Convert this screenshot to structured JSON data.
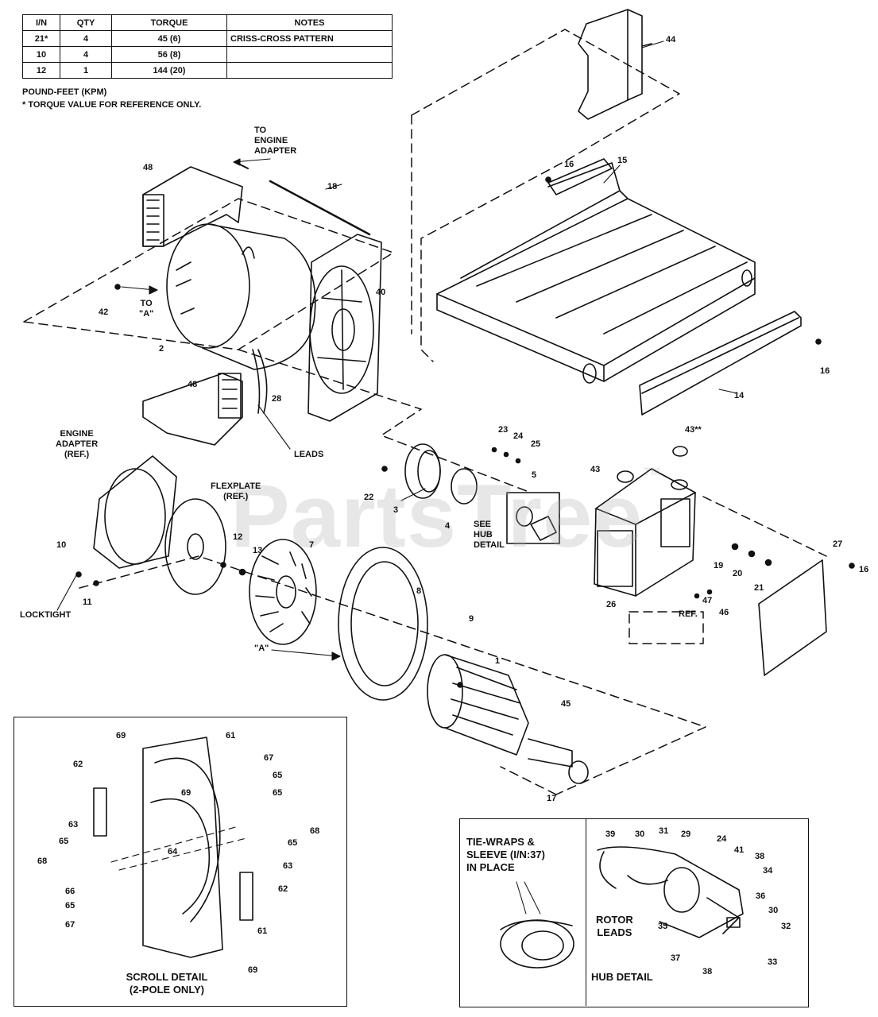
{
  "torque_table": {
    "headers": [
      "I/N",
      "QTY",
      "TORQUE",
      "NOTES"
    ],
    "rows": [
      [
        "21*",
        "4",
        "45 (6)",
        "CRISS-CROSS PATTERN"
      ],
      [
        "10",
        "4",
        "56 (8)",
        ""
      ],
      [
        "12",
        "1",
        "144 (20)",
        ""
      ]
    ],
    "unit_note": "POUND-FEET (KPM)",
    "footnote": "* TORQUE VALUE FOR REFERENCE ONLY."
  },
  "callouts": {
    "to_engine_adapter": [
      "TO",
      "ENGINE",
      "ADAPTER"
    ],
    "to_a": [
      "TO",
      "\"A\""
    ],
    "leads": "LEADS",
    "engine_adapter_ref": [
      "ENGINE",
      "ADAPTER",
      "(REF.)"
    ],
    "flexplate_ref": [
      "FLEXPLATE",
      "(REF.)"
    ],
    "locktight": "LOCKTIGHT",
    "a_marker": "\"A\"",
    "see_hub_detail": [
      "SEE",
      "HUB",
      "DETAIL"
    ],
    "ref": "REF."
  },
  "part_numbers": {
    "p44": "44",
    "p18a": "18",
    "p15": "15",
    "p16a": "16",
    "p16b": "16",
    "p16c": "16",
    "p14": "14",
    "p48a": "48",
    "p48b": "48",
    "p42": "42",
    "p2": "2",
    "p40": "40",
    "p28": "28",
    "p23": "23",
    "p24": "24",
    "p25": "25",
    "p22": "22",
    "p3": "3",
    "p4": "4",
    "p5": "5",
    "p43s": "43**",
    "p43": "43",
    "p27": "27",
    "p26": "26",
    "p19": "19",
    "p20": "20",
    "p21": "21",
    "p47": "47",
    "p46": "46",
    "p10": "10",
    "p11": "11",
    "p12": "12",
    "p13": "13",
    "p7": "7",
    "p8": "8",
    "p9": "9",
    "p1": "1",
    "p45": "45",
    "p17": "17"
  },
  "scroll_detail": {
    "title": [
      "SCROLL DETAIL",
      "(2-POLE ONLY)"
    ],
    "numbers": {
      "s69a": "69",
      "s61a": "61",
      "s62a": "62",
      "s69b": "69",
      "s67a": "67",
      "s65a": "65",
      "s65b": "65",
      "s68a": "68",
      "s65c": "65",
      "s63a": "63",
      "s65d": "65",
      "s68b": "68",
      "s64": "64",
      "s63b": "63",
      "s66": "66",
      "s65e": "65",
      "s67b": "67",
      "s62b": "62",
      "s61b": "61",
      "s69c": "69"
    }
  },
  "tie_wraps": {
    "title": [
      "TIE-WRAPS &",
      "SLEEVE (I/N:37)",
      "IN PLACE"
    ]
  },
  "hub_detail": {
    "title": "HUB DETAIL",
    "rotor_leads": [
      "ROTOR",
      "LEADS"
    ],
    "numbers": {
      "h39": "39",
      "h30a": "30",
      "h31": "31",
      "h29": "29",
      "h24": "24",
      "h41": "41",
      "h38a": "38",
      "h34": "34",
      "h36": "36",
      "h30b": "30",
      "h35": "35",
      "h32": "32",
      "h37": "37",
      "h33": "33",
      "h38b": "38"
    }
  },
  "watermark": "PartsTree",
  "watermark_tm": "TM"
}
